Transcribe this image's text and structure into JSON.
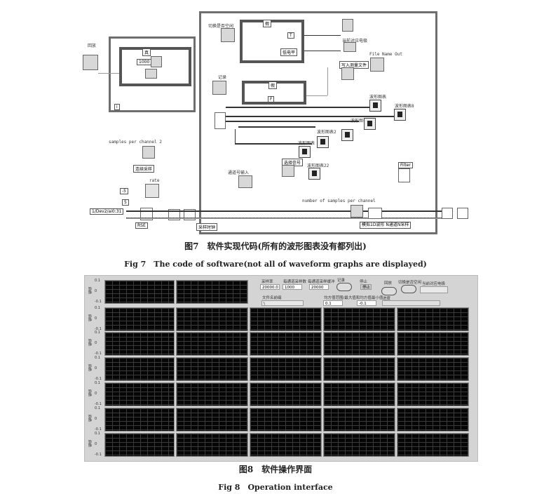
{
  "fig7": {
    "caption_cn": "图7　软件实现代码(所有的波形图表没有都列出)",
    "caption_en": "Fig 7　The code of software(not all of waveform graphs are displayed)",
    "labels": {
      "left_loop_control": "回放",
      "case_selector_1": "真",
      "const_1000": "1000",
      "loop_index": "i",
      "outer_label_switch": "切换是否空闲",
      "case_selector_2": "假",
      "case_selector_3": "假",
      "const_true": "T",
      "const_low": "低电平",
      "current_channel": "当前对应电极",
      "file_name_out": "File Name Out",
      "write_file": "写入测量文件",
      "record": "记录",
      "false_const": "F",
      "graph_1": "波形图表",
      "graph_2": "波形图表8",
      "graph_3": "波形图表",
      "graph_4": "波形图表2",
      "graph_5": "波形图表",
      "graph_6": "波形图表22",
      "select_signal": "选择信号",
      "channel_input": "通道号输入",
      "samples_per_channel_2": "samples per channel 2",
      "sample_mode": "连续采样",
      "rate": "rate",
      "const_neg5": "-5",
      "const_5": "5",
      "physical_channel": "1/Dev2/ai0:31",
      "terminal_config": "RSE",
      "timing_source": "采样时钟",
      "samples_per_channel": "number of samples per channel",
      "read_mode": "模拟1D波形 N通道N采样",
      "filter": "Filter"
    }
  },
  "fig8": {
    "caption_cn": "图8　软件操作界面",
    "caption_en": "Fig 8　Operation interface",
    "y_axis_label": "幅值",
    "y_ticks": [
      "0.1",
      "0",
      "-0.1"
    ],
    "controls": {
      "sample_rate_label": "采样率",
      "sample_rate": "20000.0",
      "samples_per_ch_label": "每通道采样数",
      "samples_per_ch": "1000",
      "buffer_label": "每通道采样缓冲",
      "buffer": "20000",
      "record_label": "记录",
      "stop_label": "停止",
      "stop_button": "停止",
      "playback_label": "回放",
      "switch_label": "切换是否空闲",
      "current_channel_label": "当前对应电极",
      "file_label": "文件名前缀",
      "file_value": "\\",
      "range_label": "均方值范围/最大值和均方值最小值",
      "range_max": "0.1",
      "range_min": "-0.1",
      "progress_label": "进度",
      "progress": 0
    },
    "graph_rows": [
      2,
      5,
      5,
      5,
      5,
      5,
      5
    ]
  }
}
